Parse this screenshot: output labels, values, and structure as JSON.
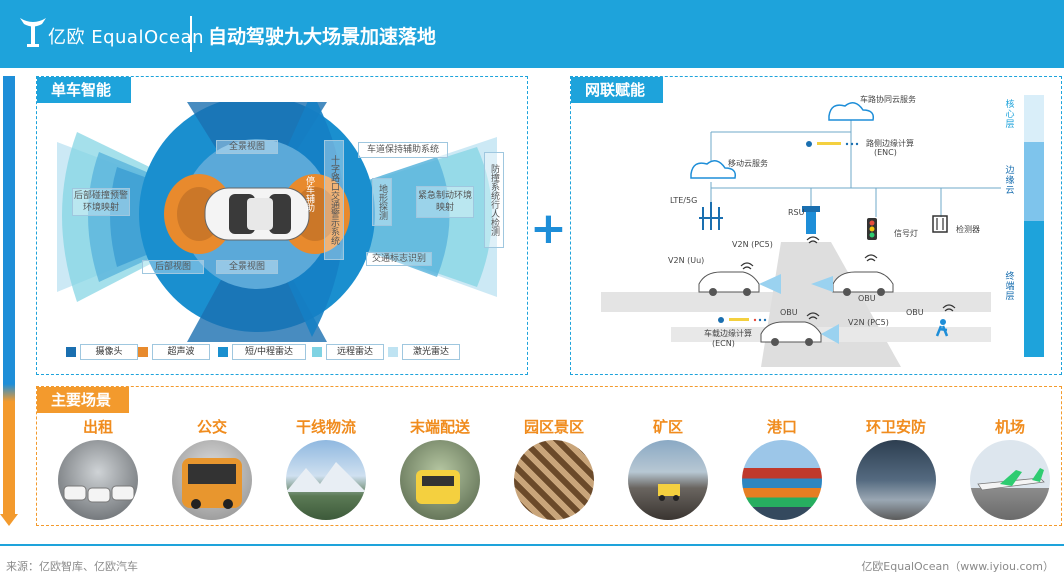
{
  "header": {
    "logo_text": "亿欧 EqualOcean",
    "title": "自动驾驶九大场景加速落地"
  },
  "single_vehicle": {
    "label": "单车智能",
    "callouts": {
      "rear_collision": "后部碰撞预警环境映射",
      "surround_view_top": "全景视图",
      "surround_view_bottom": "全景视图",
      "parking_aid": "后部视图",
      "parking_assist": "停车辅助",
      "crossing_alert": "十字路口交通警示系统",
      "lane_keep": "车道保持辅助系统",
      "terrain": "地形探测",
      "emergency_brake": "紧急制动环境映射",
      "collision_avoid": "防撞系统行人检测",
      "sign_recognition": "交通标志识别"
    },
    "legend": [
      {
        "label": "摄像头",
        "color": "#1a6fb0"
      },
      {
        "label": "超声波",
        "color": "#e88a2d"
      },
      {
        "label": "短/中程雷达",
        "color": "#1a8fcf"
      },
      {
        "label": "远程雷达",
        "color": "#7fd3e3"
      },
      {
        "label": "激光雷达",
        "color": "#bfe3f2"
      }
    ]
  },
  "connected": {
    "label": "网联赋能",
    "nodes": {
      "cloud_service": "车路协同云服务",
      "edge_compute": "路侧边缘计算",
      "edge_compute_abbr": "(ENC)",
      "mobile_cloud": "移动云服务",
      "lte": "LTE/5G",
      "rsu": "RSU",
      "signal_light": "信号灯",
      "detector": "检测器",
      "v2n_pc5_top": "V2N (PC5)",
      "v2n_uu": "V2N (Uu)",
      "obu_1": "OBU",
      "obu_2": "OBU",
      "obu_3": "OBU",
      "vehicle_edge": "车载边缘计算",
      "vehicle_edge_abbr": "(ECN)",
      "v2n_pc5_bottom": "V2N (PC5)"
    },
    "layers": {
      "core": "核心层",
      "edge": "边缘云",
      "terminal": "终端层"
    }
  },
  "plus": "+",
  "scenes": {
    "label": "主要场景",
    "items": [
      {
        "title": "出租"
      },
      {
        "title": "公交"
      },
      {
        "title": "干线物流"
      },
      {
        "title": "末端配送"
      },
      {
        "title": "园区景区"
      },
      {
        "title": "矿区"
      },
      {
        "title": "港口"
      },
      {
        "title": "环卫安防"
      },
      {
        "title": "机场"
      }
    ]
  },
  "footer": {
    "source": "来源：亿欧智库、亿欧汽车",
    "brand": "亿欧EqualOcean（www.iyiou.com）"
  }
}
